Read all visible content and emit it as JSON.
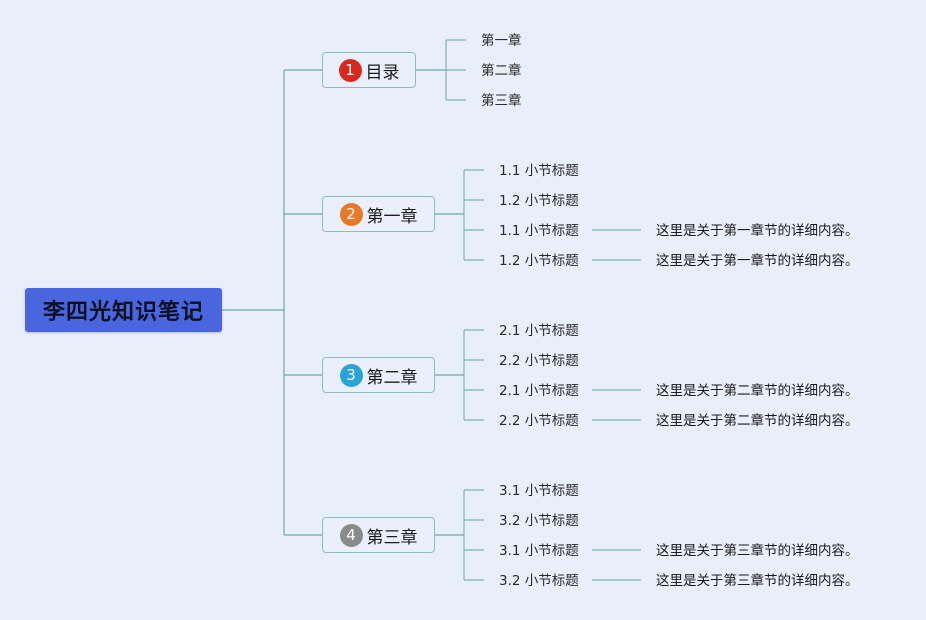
{
  "root": {
    "label": "李四光知识笔记",
    "color": "#4a66de"
  },
  "branches": [
    {
      "badge": "1",
      "badge_color": "#d9281e",
      "label": "目录",
      "children": [
        {
          "label": "第一章"
        },
        {
          "label": "第二章"
        },
        {
          "label": "第三章"
        }
      ]
    },
    {
      "badge": "2",
      "badge_color": "#e8782a",
      "label": "第一章",
      "children": [
        {
          "label": "1.1 小节标题"
        },
        {
          "label": "1.2 小节标题"
        },
        {
          "label": "1.1 小节标题",
          "detail": "这里是关于第一章节的详细内容。"
        },
        {
          "label": "1.2 小节标题",
          "detail": "这里是关于第一章节的详细内容。"
        }
      ]
    },
    {
      "badge": "3",
      "badge_color": "#2aa3d6",
      "label": "第二章",
      "children": [
        {
          "label": "2.1 小节标题"
        },
        {
          "label": "2.2 小节标题"
        },
        {
          "label": "2.1 小节标题",
          "detail": "这里是关于第二章节的详细内容。"
        },
        {
          "label": "2.2 小节标题",
          "detail": "这里是关于第二章节的详细内容。"
        }
      ]
    },
    {
      "badge": "4",
      "badge_color": "#8a8a8a",
      "label": "第三章",
      "children": [
        {
          "label": "3.1 小节标题"
        },
        {
          "label": "3.2 小节标题"
        },
        {
          "label": "3.1 小节标题",
          "detail": "这里是关于第三章节的详细内容。"
        },
        {
          "label": "3.2 小节标题",
          "detail": "这里是关于第三章节的详细内容。"
        }
      ]
    }
  ],
  "line_color": "#7fb2b6"
}
